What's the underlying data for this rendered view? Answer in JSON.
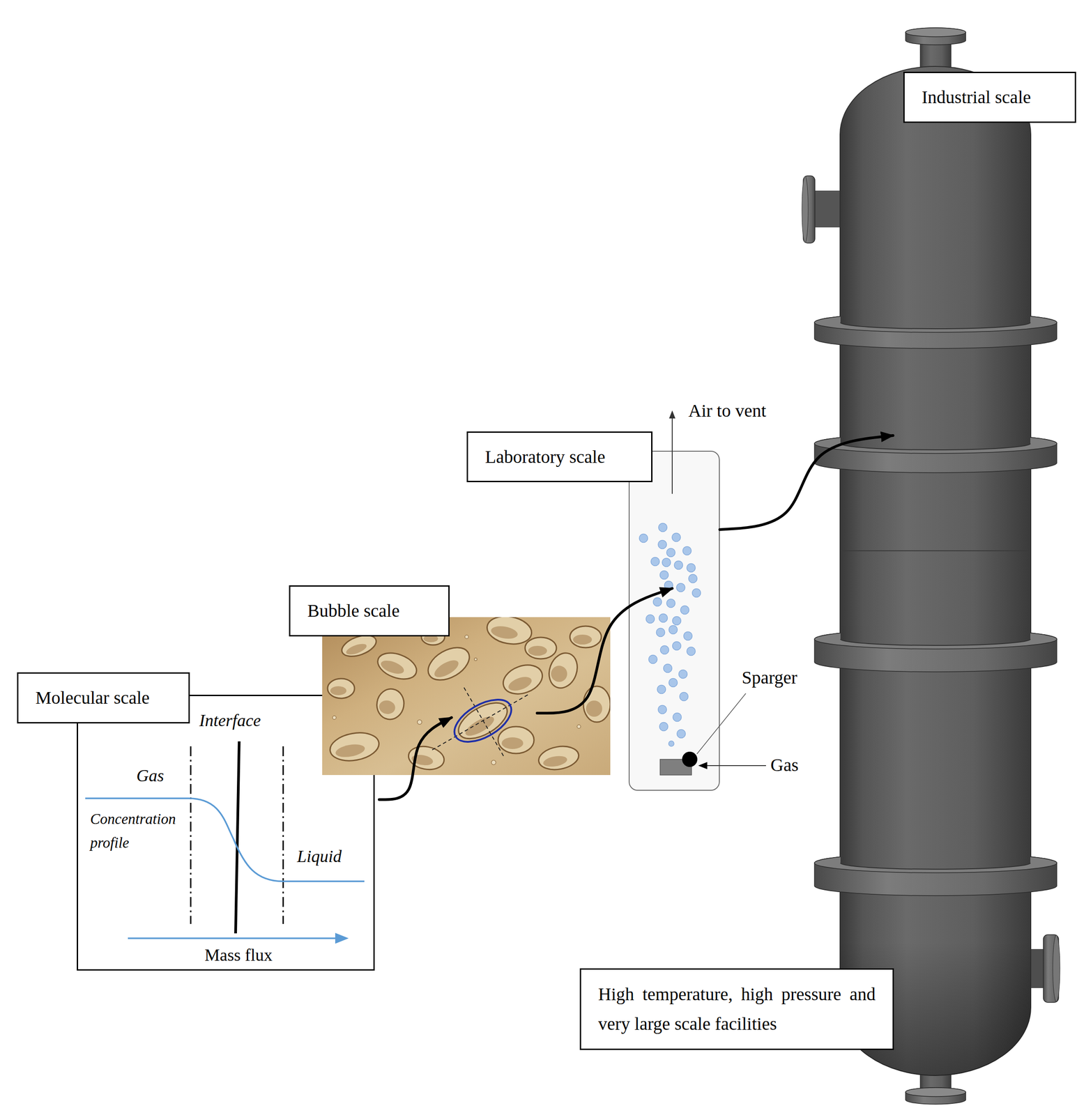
{
  "diagram": {
    "nodes": [
      {
        "text": [
          "Molecular scale",
          "Interface",
          "Gas",
          "Concentration profile",
          "Liquid",
          "Mass flux"
        ]
      },
      {
        "text": [
          "Bubble scale"
        ]
      },
      {
        "text": [
          "Laboratory scale"
        ]
      },
      {
        "text": [
          "Industrial scale"
        ]
      },
      {
        "text": [
          "High temperature, high pressure and very large scale facilities"
        ]
      }
    ],
    "edges": [
      {
        "from": 0,
        "to": 1,
        "arrow": "to"
      },
      {
        "from": 1,
        "to": 2,
        "arrow": "to"
      },
      {
        "from": 2,
        "to": 3,
        "arrow": "to"
      }
    ],
    "labels": [
      "Air to vent",
      "Sparger",
      "Gas"
    ]
  }
}
